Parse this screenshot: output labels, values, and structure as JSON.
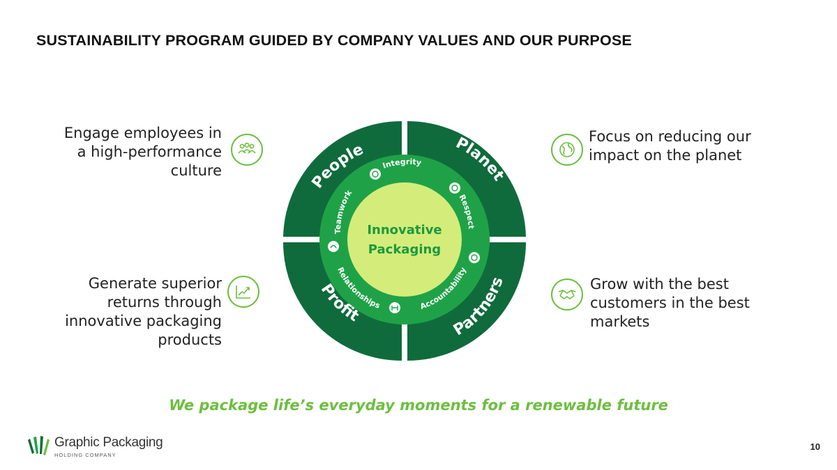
{
  "title": "SUSTAINABILITY PROGRAM GUIDED BY COMPANY VALUES AND OUR PURPOSE",
  "captions": {
    "people": [
      "Engage employees in",
      "a high-performance",
      "culture"
    ],
    "planet": [
      "Focus on reducing our",
      "impact on the planet"
    ],
    "profit": [
      "Generate superior",
      "returns through",
      "innovative packaging",
      "products"
    ],
    "partners": [
      "Grow with the best",
      "customers in the best",
      "markets"
    ]
  },
  "wheel": {
    "outer": {
      "people": "People",
      "planet": "Planet",
      "profit": "Profit",
      "partners": "Partners"
    },
    "values": {
      "integrity": "Integrity",
      "respect": "Respect",
      "accountability": "Accountability",
      "relationships": "Relationships",
      "teamwork": "Teamwork"
    },
    "center": [
      "Innovative",
      "Packaging"
    ]
  },
  "tagline": "We package life’s everyday moments for a renewable future",
  "logo": {
    "name": "Graphic Packaging",
    "sub": "HOLDING COMPANY"
  },
  "page_number": "10",
  "colors": {
    "dark_green": "#0f6b3c",
    "mid_green": "#1fa247",
    "light_green": "#d4ec7a",
    "accent_green": "#6cbf3e"
  },
  "icons": {
    "people": "people-group-icon",
    "planet": "globe-icon",
    "profit": "rising-chart-icon",
    "partners": "handshake-icon"
  }
}
